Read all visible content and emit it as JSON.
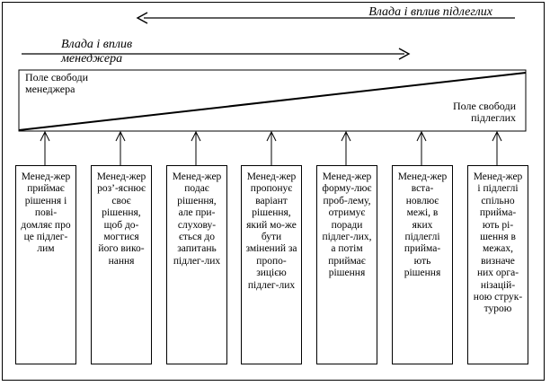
{
  "labels": {
    "subordinates_influence": "Влада і вплив підлеглих",
    "manager_influence": "Влада і вплив менеджера"
  },
  "zones": {
    "manager_freedom": "Поле свободи менеджера",
    "subordinates_freedom": "Поле свободи підлеглих"
  },
  "boxes": [
    {
      "text": "Менед-жер приймає рішення і пові-домляє про це підлег-лим"
    },
    {
      "text": "Менед-жер роз’-яснює своє рішення, щоб до-могтися його вико-нання"
    },
    {
      "text": "Менед-жер подає рішення, але при-слухову-ється до запитань підлег-лих"
    },
    {
      "text": "Менед-жер пропонує варіант рішення, який мо-же бути змінений за пропо-зицією підлег-лих"
    },
    {
      "text": "Менед-жер форму-лює проб-лему, отримує поради підлег-лих, а потім приймає рішення"
    },
    {
      "text": "Менед-жер вста-новлює межі, в яких підлеглі прийма-ють рішення"
    },
    {
      "text": "Менед-жер і підлеглі спільно прийма-ють рі-шення в межах, визначе них орга-нізацій-ною струк-турою"
    }
  ],
  "colors": {
    "line": "#000000",
    "background": "#ffffff"
  }
}
